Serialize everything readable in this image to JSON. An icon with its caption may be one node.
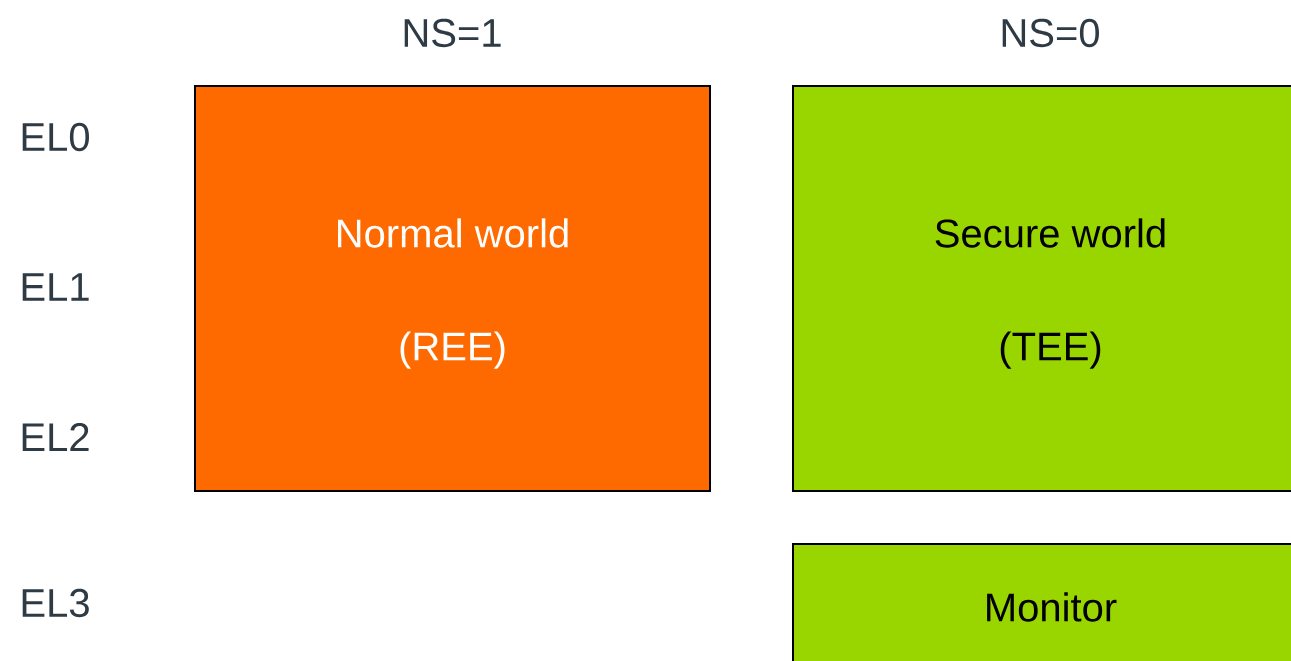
{
  "diagram": {
    "nodes": [
      {
        "text": [
          "Normal world",
          "(REE)"
        ]
      },
      {
        "text": [
          "Secure world",
          "(TEE)"
        ]
      },
      {
        "text": [
          "Monitor"
        ]
      }
    ],
    "labels": [
      "NS=1",
      "NS=0",
      "EL0",
      "EL1",
      "EL2",
      "EL3"
    ]
  }
}
